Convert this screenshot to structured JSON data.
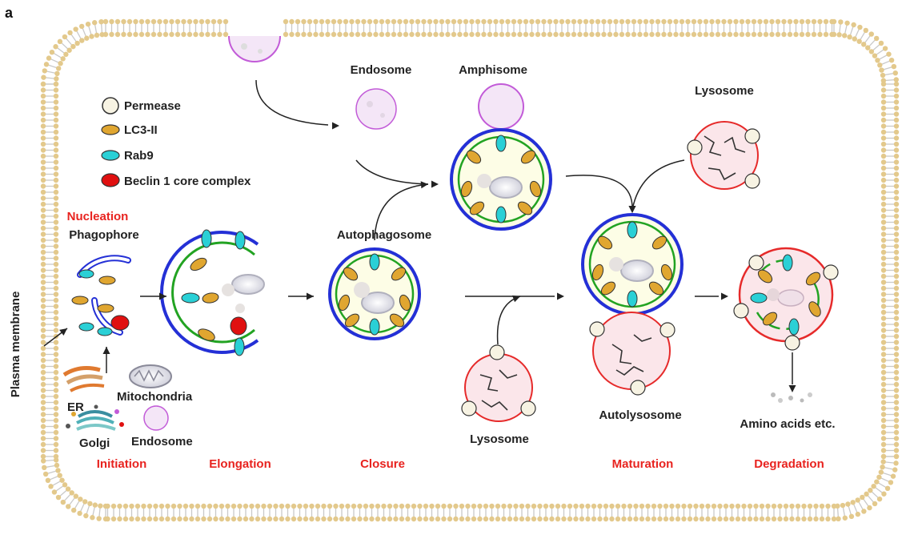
{
  "panel_label": "a",
  "colors": {
    "membrane_head": "#e3c98c",
    "membrane_tail": "#c9c9c9",
    "phagophore": "#2430d6",
    "inner_membrane": "#22a322",
    "endosome": "#c25bd8",
    "lysosome": "#e62a2a",
    "lc3": "#e0a630",
    "rab9": "#2ad0d6",
    "beclin": "#e01010",
    "stage_label": "#e8231f"
  },
  "legend": [
    {
      "icon": "permease-icon",
      "label": "Permease"
    },
    {
      "icon": "lc3-ii-icon",
      "label": "LC3-II"
    },
    {
      "icon": "rab9-icon",
      "label": "Rab9"
    },
    {
      "icon": "beclin-icon",
      "label": "Beclin 1 core complex"
    }
  ],
  "labels": {
    "plasma_membrane": "Plasma membrane",
    "nucleation": "Nucleation",
    "phagophore": "Phagophore",
    "er": "ER",
    "golgi": "Golgi",
    "mitochondria": "Mitochondria",
    "endosome_source": "Endosome",
    "endosome_top": "Endosome",
    "amphisome": "Amphisome",
    "lysosome_top": "Lysosome",
    "autophagosome": "Autophagosome",
    "lysosome_bottom": "Lysosome",
    "autolysosome": "Autolysosome",
    "amino_acids": "Amino acids etc."
  },
  "stages": [
    "Initiation",
    "Elongation",
    "Closure",
    "Maturation",
    "Degradation"
  ]
}
